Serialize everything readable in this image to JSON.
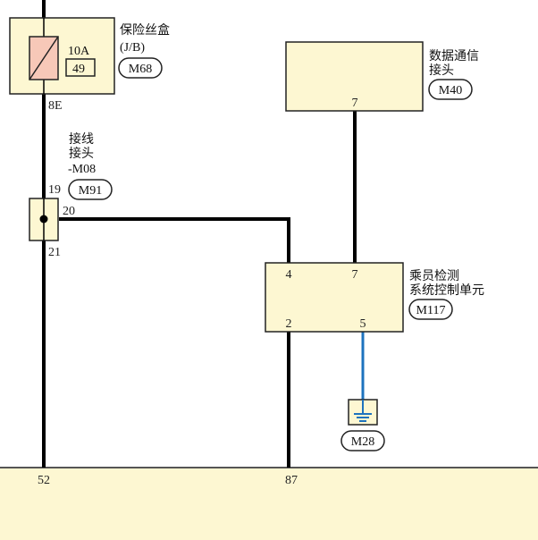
{
  "colors": {
    "component_fill": "#fdf7d2",
    "fuse_fill": "#f7c8b8",
    "wire": "#000000",
    "ground_wire": "#1e73be",
    "border": "#222222"
  },
  "fuse_box": {
    "name": "保险丝盒",
    "subname": "(J/B)",
    "connector": "M68",
    "fuse_rating": "10A",
    "fuse_number": "49",
    "pin_out": "8E"
  },
  "joint_connector": {
    "name_line1": "接线",
    "name_line2": "接头",
    "name_line3": "-M08",
    "connector": "M91",
    "pin_top": "19",
    "pin_right": "20",
    "pin_bottom": "21"
  },
  "dlc": {
    "name_line1": "数据通信",
    "name_line2": "接头",
    "connector": "M40",
    "pin": "7"
  },
  "ecu": {
    "name_line1": "乘员检测",
    "name_line2": "系统控制单元",
    "connector": "M117",
    "pin_top_left": "4",
    "pin_top_right": "7",
    "pin_bottom_left": "2",
    "pin_bottom_right": "5"
  },
  "ground": {
    "connector": "M28"
  },
  "bottom_bus": {
    "pin_left": "52",
    "pin_right": "87"
  }
}
